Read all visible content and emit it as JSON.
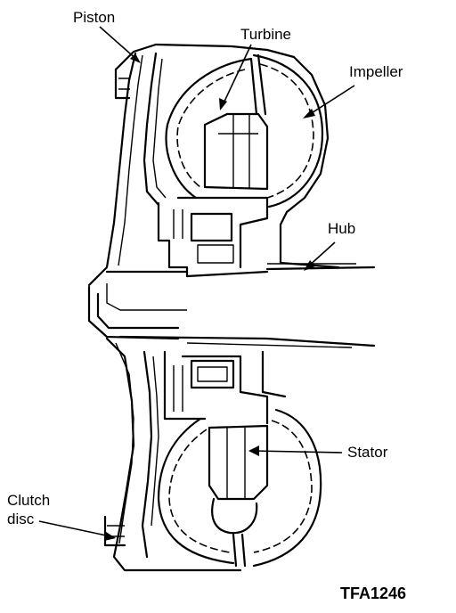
{
  "labels": {
    "piston": "Piston",
    "turbine": "Turbine",
    "impeller": "Impeller",
    "hub": "Hub",
    "stator": "Stator",
    "clutch_line1": "Clutch",
    "clutch_line2": "disc"
  },
  "figure_code": "TFA1246"
}
